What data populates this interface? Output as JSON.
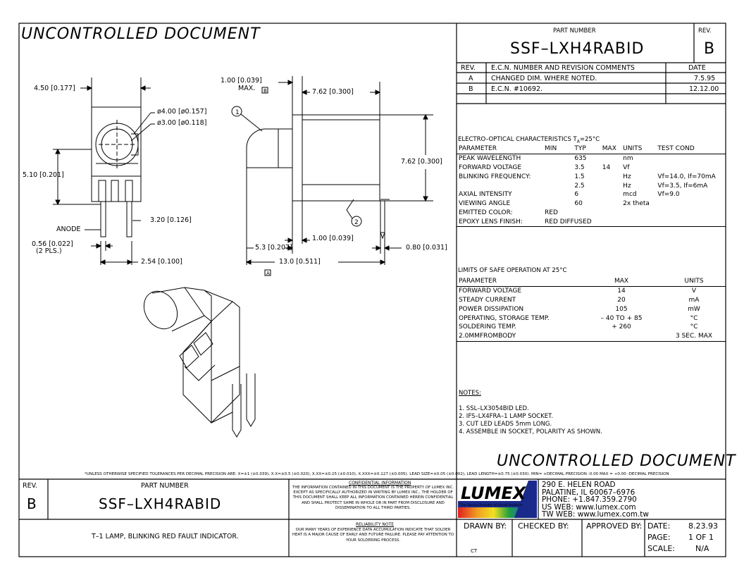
{
  "banner": "UNCONTROLLED DOCUMENT",
  "part": {
    "label": "PART NUMBER",
    "number": "SSF–LXH4RABID",
    "rev_label": "REV.",
    "rev": "B"
  },
  "revisions": {
    "headers": [
      "REV.",
      "E.C.N. NUMBER AND REVISION COMMENTS",
      "DATE"
    ],
    "rows": [
      [
        "A",
        "CHANGED DIM. WHERE NOTED.",
        "7.5.95"
      ],
      [
        "B",
        "E.C.N. #10692.",
        "12.12.00"
      ]
    ]
  },
  "dims": {
    "d450": "4.50 [0.177]",
    "d100max_a": "1.00 [0.039]",
    "d100max_b": "MAX.",
    "d762top": "7.62 [0.300]",
    "d400": "ø4.00 [ø0.157]",
    "d300": "ø3.00 [ø0.118]",
    "d510": "5.10 [0.201]",
    "d762side": "7.62 [0.300]",
    "d320": "3.20 [0.126]",
    "anode": "ANODE",
    "d056a": "0.56 [0.022]",
    "d056b": "(2 PLS.)",
    "d254": "2.54 [0.100]",
    "d100": "1.00 [0.039]",
    "d53": "5.3 [0.207]",
    "d080": "0.80 [0.031]",
    "d130": "13.0 [0.511]",
    "callout1": "1",
    "callout2": "2",
    "ref_b": "B",
    "ref_a": "A"
  },
  "electro": {
    "title": "ELECTRO–OPTICAL CHARACTERISTICS T",
    "title_sub": "A",
    "title_end": "=25°C",
    "headers": [
      "PARAMETER",
      "MIN",
      "TYP",
      "MAX",
      "UNITS",
      "TEST COND"
    ],
    "rows": [
      [
        "PEAK WAVELENGTH",
        "",
        "635",
        "",
        "nm",
        ""
      ],
      [
        "FORWARD VOLTAGE",
        "",
        "3.5",
        "14",
        "Vf",
        ""
      ],
      [
        "BLINKING FREQUENCY:",
        "",
        "1.5",
        "",
        "Hz",
        "Vf=14.0, If=70mA"
      ],
      [
        "",
        "",
        "2.5",
        "",
        "Hz",
        "Vf=3.5, If=6mA"
      ],
      [
        "AXIAL INTENSITY",
        "",
        "6",
        "",
        "mcd",
        "Vf=9.0"
      ],
      [
        "VIEWING ANGLE",
        "",
        "60",
        "",
        "2x theta",
        ""
      ],
      [
        "EMITTED COLOR:",
        "RED",
        "",
        "",
        "",
        ""
      ],
      [
        "EPOXY LENS FINISH:",
        "RED DIFFUSED",
        "",
        "",
        "",
        ""
      ]
    ]
  },
  "limits": {
    "title": "LIMITS OF SAFE OPERATION AT 25°C",
    "headers": [
      "PARAMETER",
      "MAX",
      "UNITS"
    ],
    "rows": [
      [
        "FORWARD VOLTAGE",
        "14",
        "V"
      ],
      [
        "STEADY CURRENT",
        "20",
        "mA"
      ],
      [
        "POWER DISSIPATION",
        "105",
        "mW"
      ],
      [
        "OPERATING, STORAGE TEMP.",
        "– 40 TO + 85",
        "°C"
      ],
      [
        "SOLDERING TEMP.",
        "+ 260",
        "°C"
      ],
      [
        "2.0MMFROMBODY",
        "",
        "3 SEC. MAX"
      ]
    ]
  },
  "notes": {
    "title": "NOTES:",
    "items": [
      "1. SSL–LX3054BID LED.",
      "2. IFS–LX4FRA–1 LAMP SOCKET.",
      "3. CUT LED LEADS 5mm LONG.",
      "4. ASSEMBLE IN SOCKET, POLARITY AS SHOWN."
    ]
  },
  "tolerance": "*UNLESS OTHERWISE SPECIFIED TOLERANCES PER DECIMAL PRECISION ARE: X=±1 (±0.039), X.X=±0.5 (±0.020), X.XX=±0.25 (±0.010), X.XXX=±0.127 (±0.005). LEAD SIZE=±0.05 (±0.002), LEAD LENGTH=±0.75 (±0.030). MIN= +DECIMAL PRECISION -0.00 MAX = +0.00 -DECIMAL PRECISION",
  "title_block": {
    "rev_label": "REV.",
    "rev": "B",
    "part_label": "PART NUMBER",
    "part": "SSF–LXH4RABID",
    "description": "T–1 LAMP, BLINKING RED FAULT INDICATOR.",
    "confidential_title": "CONFIDENTIAL INFORMATION",
    "confidential_text": "THE INFORMATION CONTAINED IN THIS DOCUMENT IS THE PROPERTY OF LUMEX INC. EXCEPT AS SPECIFICALLY AUTHORIZED IN WRITING BY LUMEX INC., THE HOLDER OF THIS DOCUMENT SHALL KEEP ALL INFORMATION CONTAINED HEREIN CONFIDENTIAL AND SHALL PROTECT SAME IN WHOLE OR IN PART FROM DISCLOSURE AND DISSEMINATION TO ALL THIRD PARTIES.",
    "reliability_title": "RELIABILITY NOTE",
    "reliability_text": "OUR MANY YEARS OF EXPERIENCE DATA ACCUMULATION INDICATE THAT SOLDER HEAT IS A MAJOR CAUSE OF EARLY AND FUTURE FAILURE. PLEASE PAY ATTENTION TO YOUR SOLDERING PROCESS.",
    "logo": "LUMEX",
    "logo_tag": "The Source Provider of Visual Products",
    "address": [
      "290 E. HELEN ROAD",
      "PALATINE, IL 60067–6976",
      "PHONE: +1.847.359.2790",
      "US WEB: www.lumex.com",
      "TW WEB: www.lumex.com.tw"
    ],
    "drawn_by_label": "DRAWN BY:",
    "drawn_by": "CT",
    "checked_by_label": "CHECKED BY:",
    "approved_by_label": "APPROVED BY:",
    "date_label": "DATE:",
    "date": "8.23.93",
    "page_label": "PAGE:",
    "page": "1 OF 1",
    "scale_label": "SCALE:",
    "scale": "N/A"
  }
}
